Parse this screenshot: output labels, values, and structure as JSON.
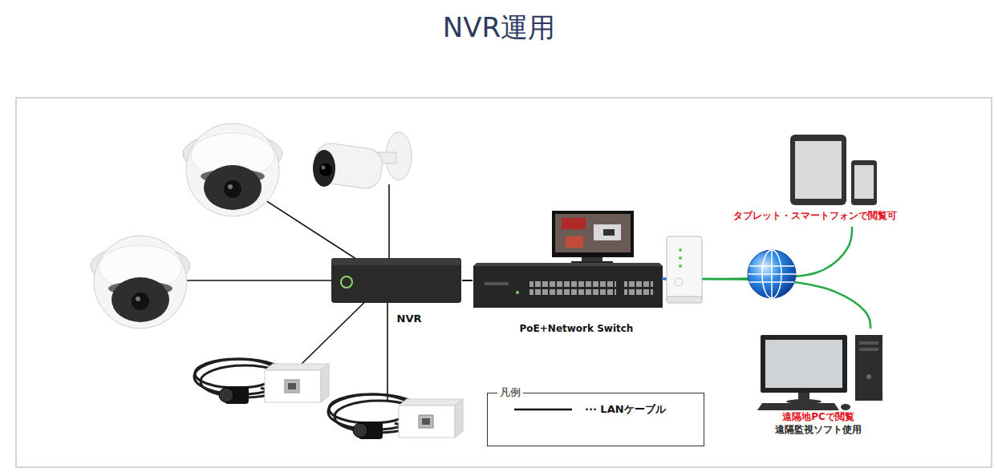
{
  "diagram": {
    "title": "NVR運用",
    "nodes": [
      {
        "text": [
          "NVR"
        ]
      },
      {
        "text": [
          "PoE+Network Switch"
        ]
      },
      {
        "text": [
          "タブレット・スマートフォンで閲覧可"
        ]
      },
      {
        "text": [
          "遠隔地PCで閲覧",
          "遠隔監視ソフト使用"
        ]
      }
    ],
    "edges": [
      {
        "from": 0,
        "to": 1,
        "arrow": "none"
      },
      {
        "from": 1,
        "to": 2,
        "arrow": "none"
      },
      {
        "from": 1,
        "to": 3,
        "arrow": "none"
      }
    ],
    "labels": [
      "凡例"
    ],
    "legend": [
      {
        "text": "··· LANケーブル"
      }
    ]
  }
}
